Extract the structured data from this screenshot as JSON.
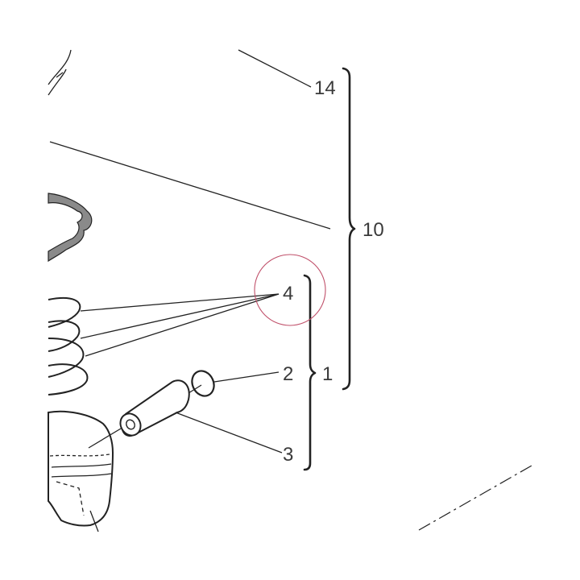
{
  "callouts": {
    "part_14": "14",
    "part_10": "10",
    "part_4": "4",
    "part_2": "2",
    "part_1": "1",
    "part_3": "3"
  },
  "colors": {
    "highlight_circle": "#c0506a",
    "ink": "#222222",
    "gasket_fill": "#8a8a8a",
    "text": "#3a3a3a"
  }
}
